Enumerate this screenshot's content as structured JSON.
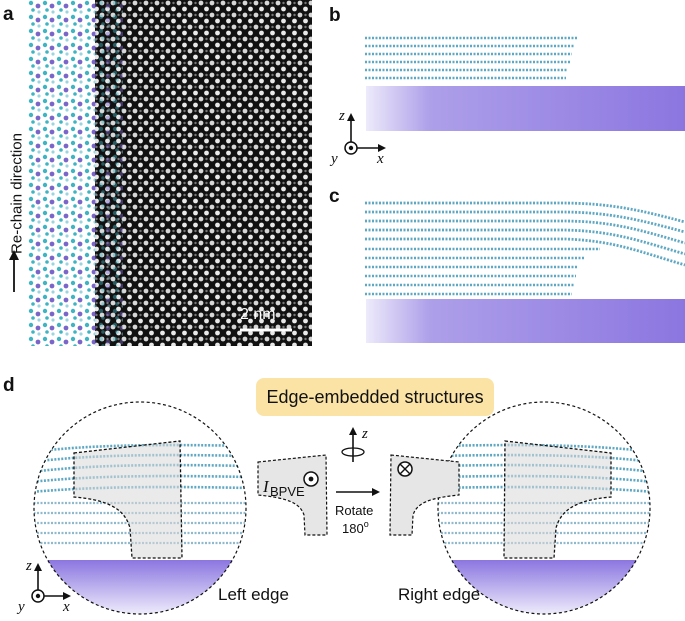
{
  "panels": {
    "a": {
      "label": "a",
      "axis_label": "Re-chain direction",
      "scale_bar": "2 nm"
    },
    "b": {
      "label": "b",
      "axes": {
        "z": "z",
        "y": "y",
        "x": "x"
      }
    },
    "c": {
      "label": "c"
    },
    "d": {
      "label": "d",
      "banner": "Edge-embedded structures",
      "rotation_axis": "z",
      "current_symbol": "I",
      "current_subscript": "BPVE",
      "rotate_label": "Rotate",
      "rotate_angle": "180",
      "rotate_unit": "o",
      "left_caption": "Left edge",
      "right_caption": "Right edge",
      "axes": {
        "z": "z",
        "y": "y",
        "x": "x"
      }
    }
  },
  "colors": {
    "substrate": "#8b76e0",
    "layer": "#5ea8c4",
    "atom_teal": "#3fb4c2",
    "atom_violet": "#7966c8",
    "banner": "#fbe3a6",
    "flake_fill": "#e6e6e6"
  }
}
